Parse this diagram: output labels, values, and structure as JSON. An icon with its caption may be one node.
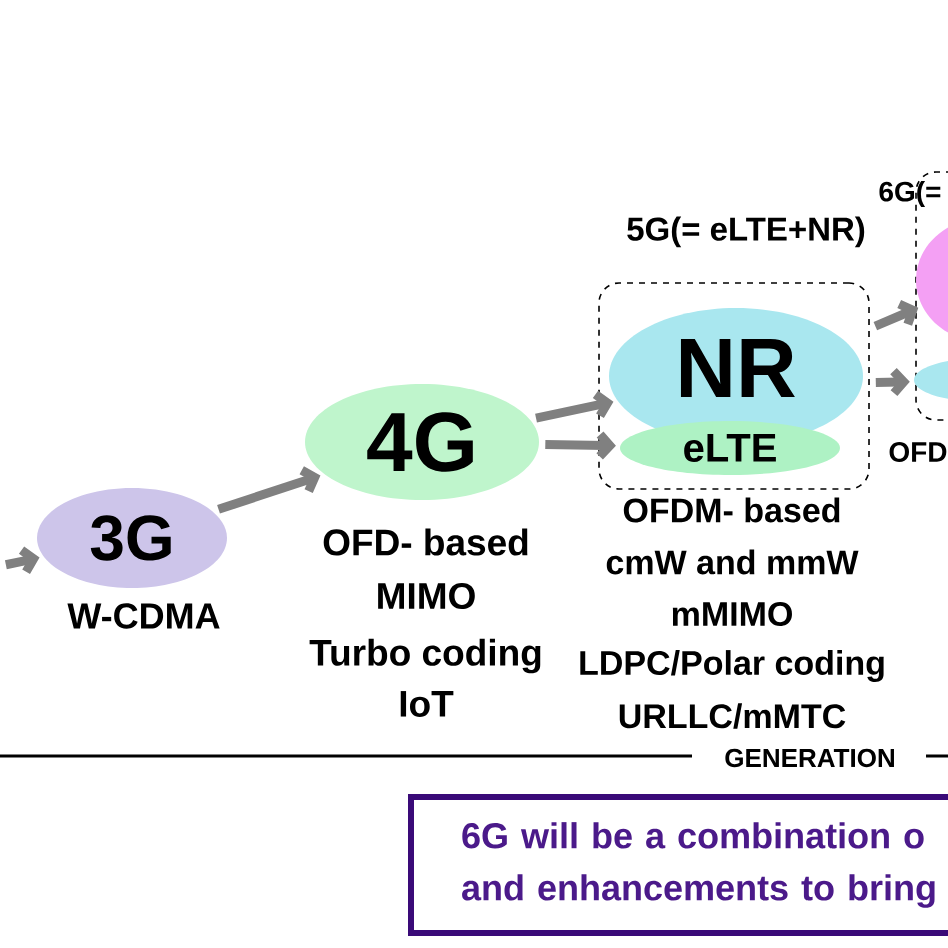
{
  "diagram": {
    "nodes": [
      {
        "text": [
          "3G"
        ],
        "beside": [
          "W-CDMA"
        ]
      },
      {
        "text": [
          "4G"
        ],
        "beside": [
          "OFD- based",
          "MIMO",
          "Turbo coding",
          "IoT"
        ]
      },
      {
        "text": [
          "5G(= eLTE+NR)"
        ],
        "beside": [
          "OFDM- based",
          "cmW and mmW",
          "mMIMO",
          "LDPC/Polar coding",
          "URLLC/mMTC"
        ]
      },
      {
        "text": [
          "NR"
        ],
        "in": 2
      },
      {
        "text": [
          "eLTE"
        ],
        "in": 2
      },
      {
        "text": [
          "6G(="
        ],
        "beside": [
          "OFD"
        ]
      },
      {
        "text": [],
        "shape": "ellipse",
        "in": 5
      },
      {
        "text": [],
        "shape": "ellipse",
        "in": 5
      },
      {
        "text": [
          "6G will be a combination o and enhancements to bring"
        ]
      }
    ],
    "edges": [
      {
        "from": null,
        "to": 0,
        "arrow": "to"
      },
      {
        "from": 0,
        "to": 1,
        "arrow": "to"
      },
      {
        "from": 1,
        "to": 3,
        "arrow": "to"
      },
      {
        "from": 1,
        "to": 4,
        "arrow": "to"
      },
      {
        "from": 2,
        "to": 6,
        "arrow": "to"
      },
      {
        "from": 2,
        "to": 7,
        "arrow": "to"
      }
    ],
    "labels": [
      "GENERATION"
    ]
  }
}
